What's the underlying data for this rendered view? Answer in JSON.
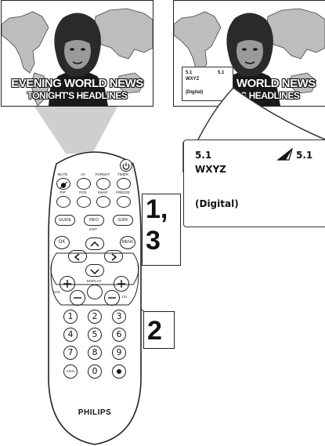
{
  "screen_left": {
    "line1": "EVENING WORLD NEWS",
    "line2": "TONIGHT'S HEADLINES"
  },
  "screen_right": {
    "line1": "EVENING WORLD NEWS",
    "line2": "TONIGHT'S HEADLINES"
  },
  "osd": {
    "channel": "5.1",
    "indicator": "5.1",
    "name": "WXYZ",
    "type": "(Digital)"
  },
  "remote": {
    "brand": "PHILIPS",
    "labels": {
      "mute": "MUTE",
      "av": "AV",
      "format": "FORMAT",
      "timer": "TIMER",
      "pip": "PIP",
      "pos": "POS",
      "swap": "SWAP",
      "freeze": "FREEZE",
      "exit": "EXIT",
      "display": "DISPLAY",
      "vol": "VOL",
      "ch": "CH"
    },
    "buttons": {
      "guide": "GUIDE",
      "info": "INFO",
      "surf": "SURF",
      "ok": "OK",
      "menu": "MENU",
      "ach": "A/CH"
    },
    "digits": [
      "1",
      "2",
      "3",
      "4",
      "5",
      "6",
      "7",
      "8",
      "9",
      "0"
    ]
  },
  "steps": {
    "first": "1,",
    "second": "3",
    "third": "2"
  }
}
